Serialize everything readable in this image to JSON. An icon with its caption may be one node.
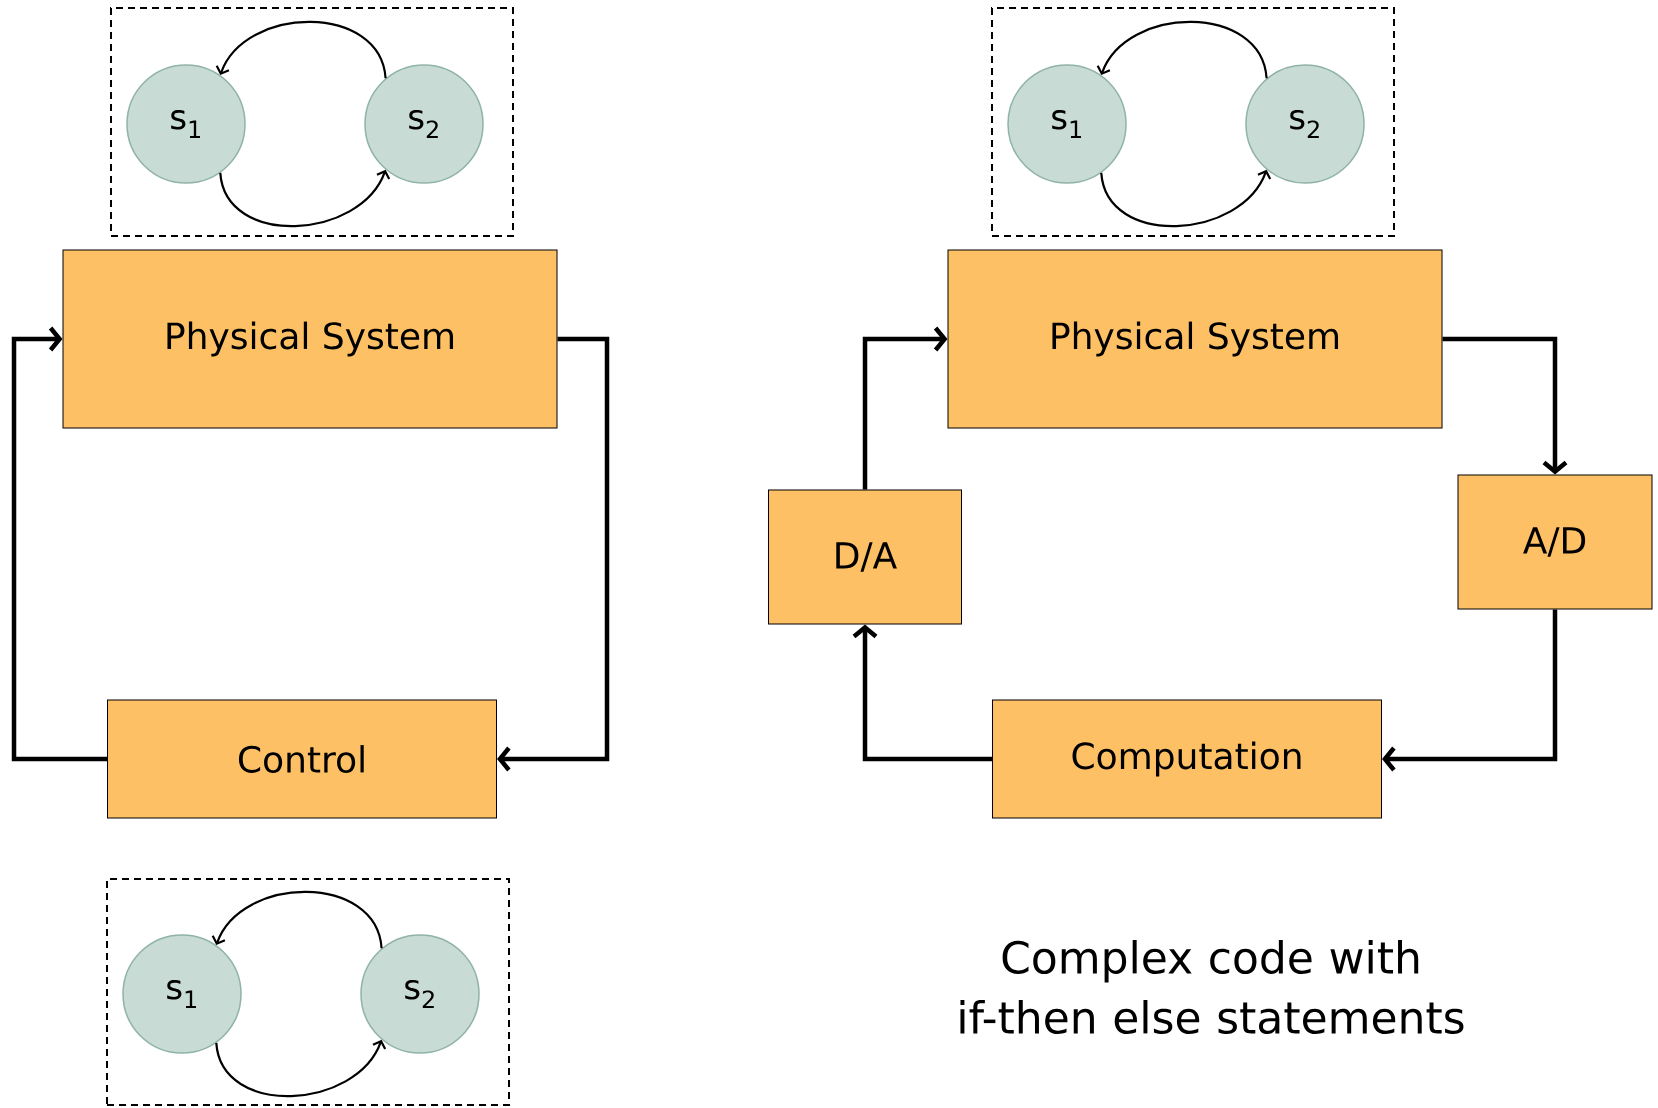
{
  "diagram": {
    "nodes": [
      {
        "text": [],
        "shape": "box"
      },
      {
        "text": [
          "s$_{1}$"
        ],
        "in": 0
      },
      {
        "text": [
          "s$_{2}$"
        ],
        "in": 0
      },
      {
        "text": [
          "Physical System"
        ]
      },
      {
        "text": [
          "Control"
        ]
      },
      {
        "text": [],
        "shape": "box"
      },
      {
        "text": [
          "s$_{1}$"
        ],
        "in": 5
      },
      {
        "text": [
          "s$_{2}$"
        ],
        "in": 5
      },
      {
        "text": [],
        "shape": "box"
      },
      {
        "text": [
          "s$_{1}$"
        ],
        "in": 8
      },
      {
        "text": [
          "s$_{2}$"
        ],
        "in": 8
      },
      {
        "text": [
          "Physical System"
        ]
      },
      {
        "text": [
          "D/A"
        ]
      },
      {
        "text": [
          "A/D"
        ]
      },
      {
        "text": [
          "Computation"
        ]
      }
    ],
    "edges": [
      {
        "from": 2,
        "to": 1,
        "arrow": "to"
      },
      {
        "from": 1,
        "to": 2,
        "arrow": "to"
      },
      {
        "from": 3,
        "to": 4,
        "arrow": "to"
      },
      {
        "from": 4,
        "to": 3,
        "arrow": "to"
      },
      {
        "from": 7,
        "to": 6,
        "arrow": "to"
      },
      {
        "from": 6,
        "to": 7,
        "arrow": "to"
      },
      {
        "from": 10,
        "to": 9,
        "arrow": "to"
      },
      {
        "from": 9,
        "to": 10,
        "arrow": "to"
      },
      {
        "from": 11,
        "to": 13,
        "arrow": "to"
      },
      {
        "from": 13,
        "to": 14,
        "arrow": "to"
      },
      {
        "from": 14,
        "to": 12,
        "arrow": "to"
      },
      {
        "from": 12,
        "to": 11,
        "arrow": "to"
      }
    ],
    "labels": [
      "Complex code with if-then else statements"
    ]
  }
}
